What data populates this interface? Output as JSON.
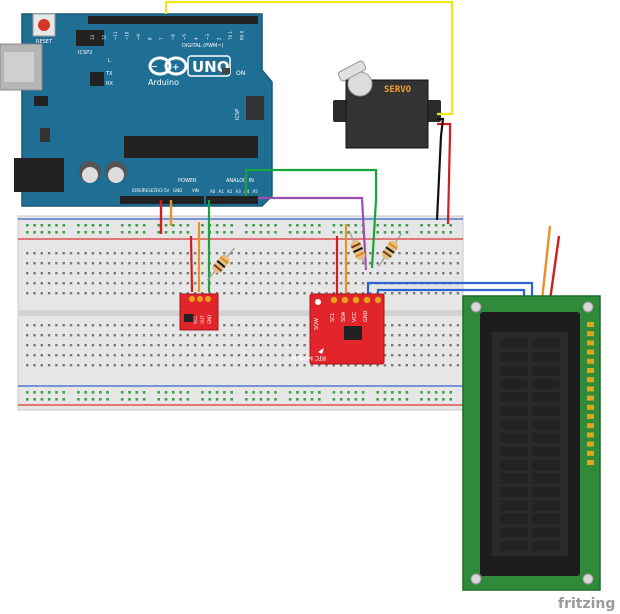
{
  "arduino": {
    "reset_label": "RESET",
    "icsp2_label": "ICSP2",
    "icsp_label": "ICSP",
    "brand": "Arduino",
    "model": "UNO",
    "on_label": "ON",
    "l_label": "L",
    "tx_label": "TX",
    "rx_label": "RX",
    "digital_label": "DIGITAL (PWM~)",
    "power_label": "POWER",
    "analog_label": "ANALOG IN",
    "aref_label": "AREF",
    "gnd_label": "GND",
    "ioref_label": "IOREF",
    "reset_pin_label": "RESET",
    "v33_label": "3V3",
    "v5_label": "5V",
    "vin_label": "VIN",
    "digital_pins": [
      "13",
      "12",
      "~11",
      "~10",
      "~9",
      "8",
      "7",
      "~6",
      "~5",
      "4",
      "~3",
      "2",
      "TX 1",
      "RX 0"
    ],
    "analog_pins": [
      "A0",
      "A1",
      "A2",
      "A3",
      "A4",
      "A5"
    ]
  },
  "servo": {
    "label": "SERVO"
  },
  "rtc": {
    "label": "RTC Module",
    "pins": [
      "SQW",
      "SCL",
      "SDA",
      "VCC",
      "GND"
    ]
  },
  "sensor": {
    "pins": [
      "VCC",
      "OUT",
      "GND"
    ]
  },
  "footer": {
    "brand": "fritzing"
  },
  "colors": {
    "board_blue": "#1f6f95",
    "breadboard": "#eaeaea",
    "rail_red": "#d33",
    "rail_blue": "#3a5fcf",
    "wire_yellow": "#f3e51f",
    "wire_green": "#1aa33c",
    "wire_purple": "#9b4fb0",
    "wire_red": "#d21d1d",
    "wire_orange": "#e8902a",
    "wire_blue": "#2a63d6",
    "module_red": "#e2242b",
    "lcd_green": "#2f8a3a"
  }
}
